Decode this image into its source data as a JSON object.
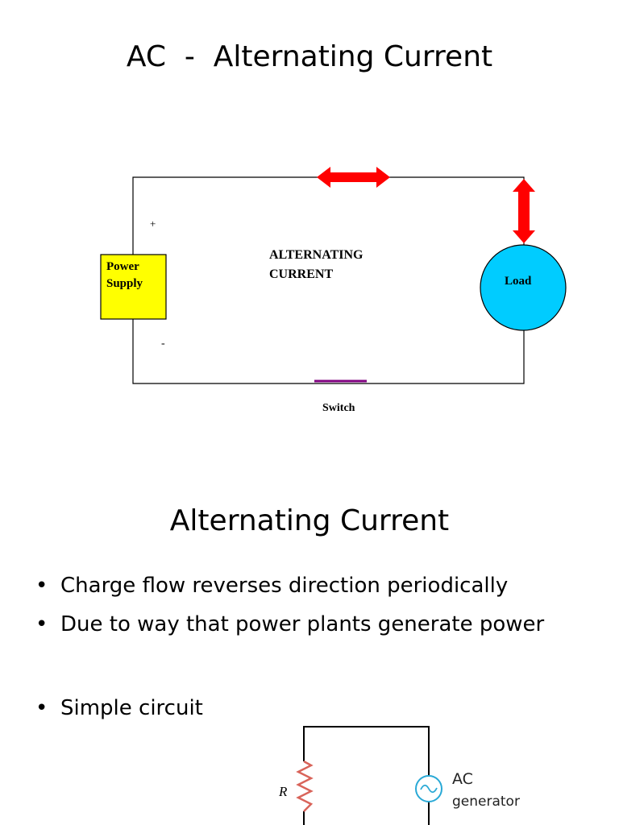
{
  "slide1": {
    "title": "AC  -  Alternating Current",
    "diagram": {
      "power_supply_label_line1": "Power",
      "power_supply_label_line2": "Supply",
      "plus_label": "+",
      "minus_label": "-",
      "center_label_line1": "ALTERNATING",
      "center_label_line2": "CURRENT",
      "load_label": "Load",
      "switch_label": "Switch",
      "colors": {
        "power_supply": "#ffff00",
        "load": "#00ccff",
        "arrow": "#ff0000",
        "switch": "#800080",
        "wire": "#000000"
      }
    }
  },
  "slide2": {
    "title": "Alternating Current",
    "bullets": [
      "Charge flow reverses direction periodically",
      "Due to way that power plants generate power",
      "Simple circuit"
    ],
    "circuit": {
      "resistor_label": "R",
      "generator_label_line1": "AC",
      "generator_label_line2": "generator",
      "colors": {
        "resistor": "#d9645a",
        "generator": "#29a9d6"
      }
    }
  }
}
